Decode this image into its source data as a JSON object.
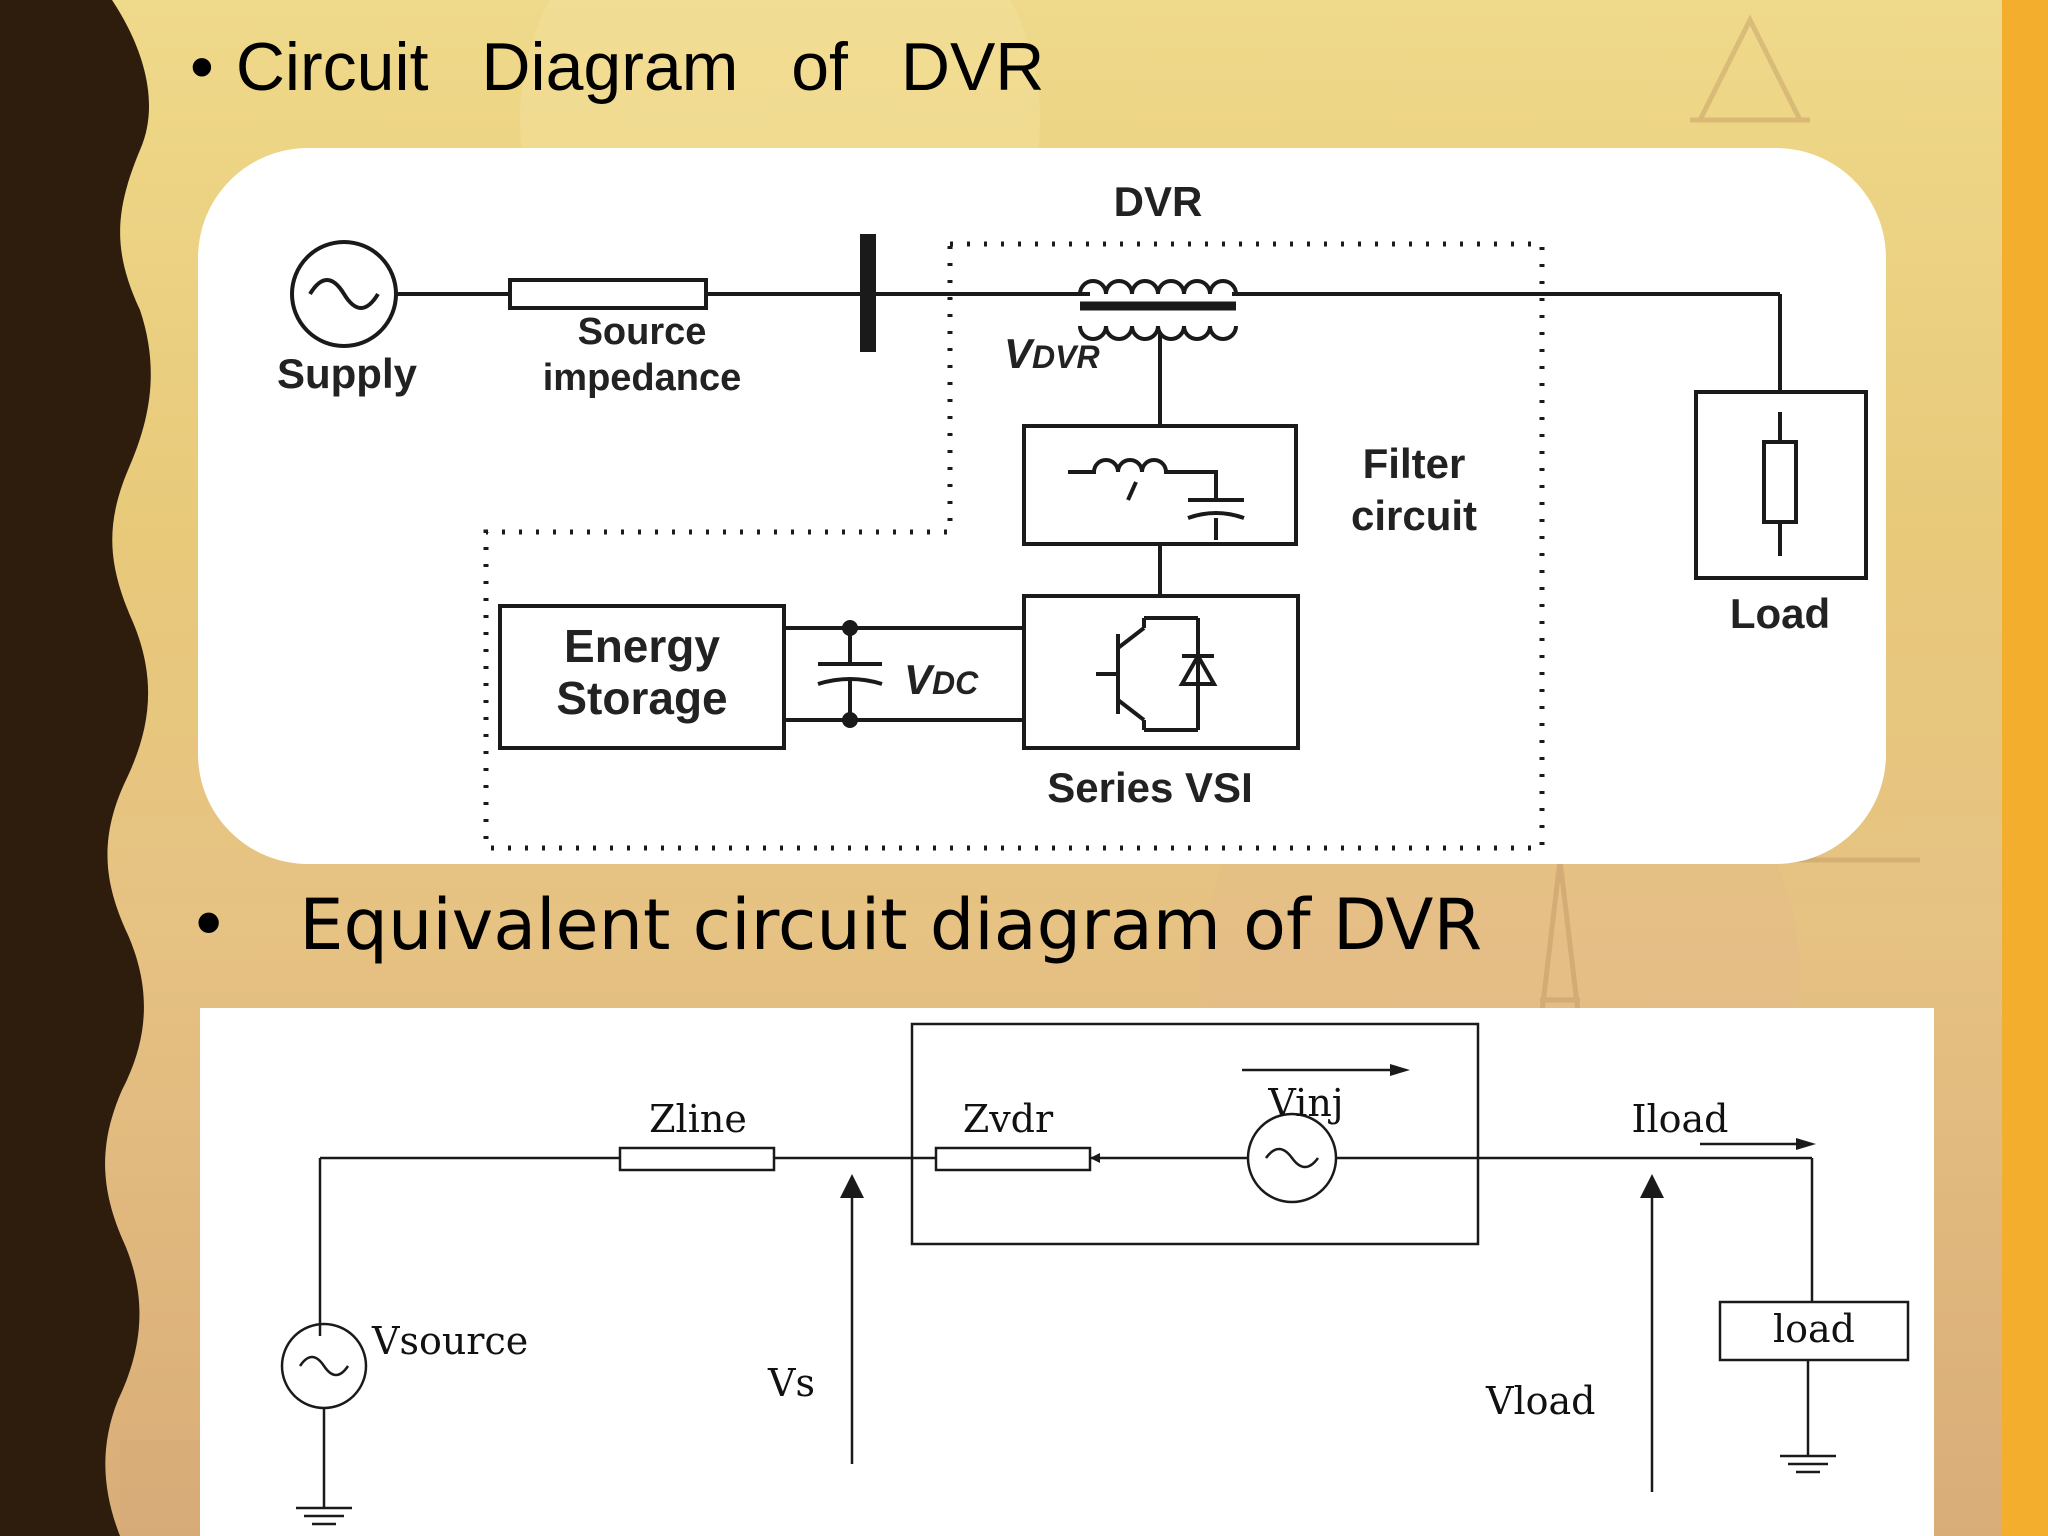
{
  "slide": {
    "bullet_glyph": "•",
    "title_circuit": "Circuit Diagram of DVR",
    "title_equivalent": "Equivalent circuit diagram of DVR"
  },
  "circuit_diagram": {
    "dvr_label": "DVR",
    "supply_label": "Supply",
    "source_impedance_line1": "Source",
    "source_impedance_line2": "impedance",
    "vdvr_main": "V",
    "vdvr_sub": "DVR",
    "filter_line1": "Filter",
    "filter_line2": "circuit",
    "load_label": "Load",
    "energy_line1": "Energy",
    "energy_line2": "Storage",
    "vdc_main": "V",
    "vdc_sub": "DC",
    "series_vsi_label": "Series VSI"
  },
  "equivalent_diagram": {
    "zline_label": "Zline",
    "zvdr_label": "Zvdr",
    "vinj_label": "Vinj",
    "iload_label": "Iload",
    "vsource_label": "Vsource",
    "vs_label": "Vs",
    "vload_label": "Vload",
    "load_box_label": "load"
  },
  "colors": {
    "left_band": "#2e1c0c",
    "right_stripe": "#f4ae2d",
    "slide_bg": "#e8c97a",
    "diagram_ink": "#1a1a1a"
  }
}
